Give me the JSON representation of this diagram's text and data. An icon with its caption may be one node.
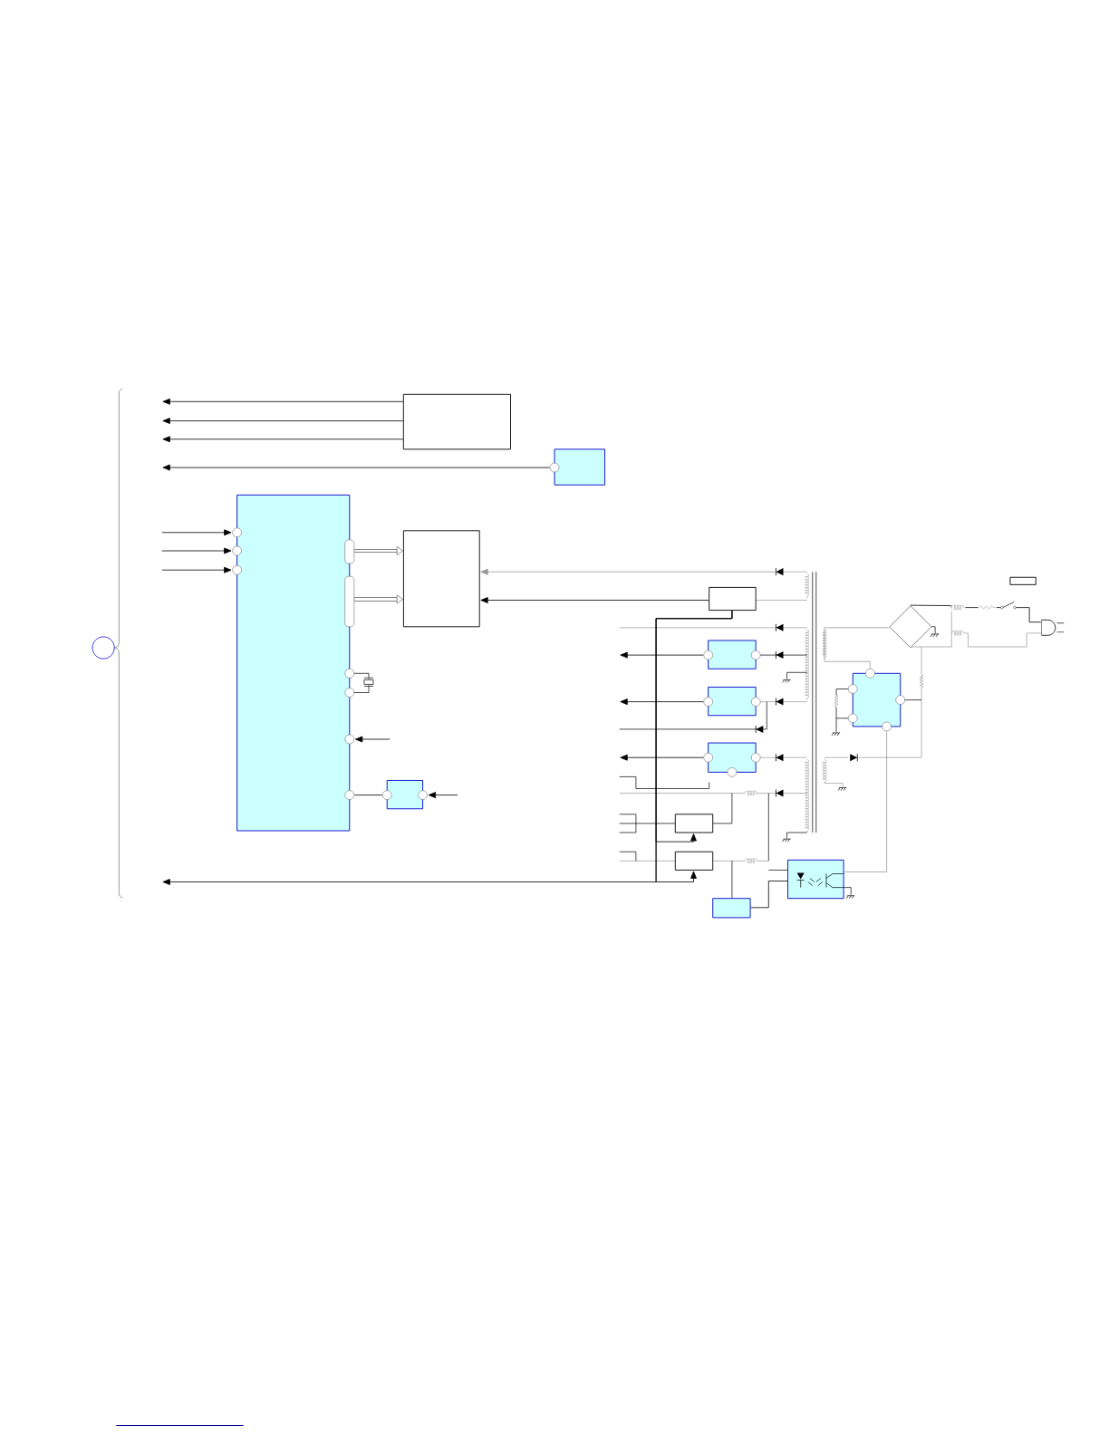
{
  "diagram": {
    "nodes": [
      {
        "text": [],
        "shape": "box"
      },
      {
        "text": [],
        "shape": "box"
      },
      {
        "text": [],
        "shape": "box"
      },
      {
        "text": [],
        "shape": "box"
      },
      {
        "text": [],
        "shape": "box"
      },
      {
        "text": [],
        "shape": "box"
      },
      {
        "text": [],
        "shape": "box"
      },
      {
        "text": [],
        "shape": "box"
      },
      {
        "text": [],
        "shape": "box"
      },
      {
        "text": [],
        "shape": "box"
      },
      {
        "text": [],
        "shape": "box"
      },
      {
        "text": [],
        "shape": "box"
      },
      {
        "text": [],
        "shape": "box"
      },
      {
        "text": [],
        "shape": "box"
      },
      {
        "text": [],
        "shape": "diamond"
      },
      {
        "text": [],
        "shape": "box"
      },
      {
        "text": [],
        "shape": "circle"
      },
      {
        "text": [],
        "shape": "plug"
      }
    ],
    "edges": [
      {
        "from": 0,
        "to": null,
        "arrow": "to"
      },
      {
        "from": 0,
        "to": null,
        "arrow": "to"
      },
      {
        "from": 0,
        "to": null,
        "arrow": "to"
      },
      {
        "from": 1,
        "to": null,
        "arrow": "to"
      },
      {
        "from": null,
        "to": 2,
        "arrow": "to"
      },
      {
        "from": null,
        "to": 2,
        "arrow": "to"
      },
      {
        "from": null,
        "to": 2,
        "arrow": "to"
      },
      {
        "from": 2,
        "to": 3,
        "arrow": "to",
        "style": "thick"
      },
      {
        "from": 2,
        "to": 3,
        "arrow": "to",
        "style": "thick"
      },
      {
        "from": null,
        "to": 3,
        "arrow": "to",
        "color": "#999999"
      },
      {
        "from": 4,
        "to": 3,
        "arrow": "to"
      },
      {
        "from": 5,
        "to": null,
        "arrow": "to"
      },
      {
        "from": 6,
        "to": null,
        "arrow": "to"
      },
      {
        "from": 7,
        "to": null,
        "arrow": "to"
      },
      {
        "from": 8,
        "to": 2,
        "arrow": "none"
      },
      {
        "from": null,
        "to": 8,
        "arrow": "to"
      },
      {
        "from": null,
        "to": 2,
        "arrow": "to"
      },
      {
        "from": 4,
        "to": null,
        "arrow": "to"
      },
      {
        "from": 11,
        "to": 12,
        "arrow": "none"
      },
      {
        "from": 13,
        "to": 12,
        "arrow": "none",
        "color": "#999999"
      },
      {
        "from": 4,
        "to": 9,
        "arrow": "to"
      },
      {
        "from": 4,
        "to": 10,
        "arrow": "to"
      },
      {
        "from": 14,
        "to": 13,
        "arrow": "none",
        "color": "#999999"
      },
      {
        "from": 14,
        "to": 17,
        "arrow": "none"
      }
    ]
  }
}
